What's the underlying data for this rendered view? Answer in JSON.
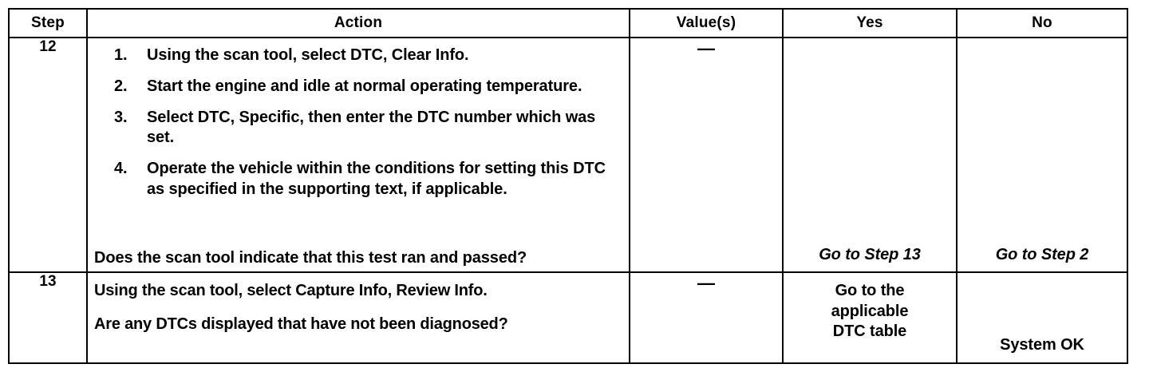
{
  "document": {
    "kind": "diagnostic-procedure-table",
    "background_color": "#ffffff",
    "text_color": "#000000",
    "border_color": "#000000"
  },
  "table": {
    "columns": [
      {
        "key": "step",
        "label": "Step"
      },
      {
        "key": "action",
        "label": "Action"
      },
      {
        "key": "value",
        "label": "Value(s)"
      },
      {
        "key": "yes",
        "label": "Yes"
      },
      {
        "key": "no",
        "label": "No"
      }
    ],
    "rows": [
      {
        "step": "12",
        "action": {
          "numbered_items": [
            {
              "marker": "1.",
              "text": "Using the scan tool, select DTC, Clear Info."
            },
            {
              "marker": "2.",
              "text": "Start the engine and idle at normal operating temperature."
            },
            {
              "marker": "3.",
              "text": "Select DTC, Specific, then enter the DTC number which was set."
            },
            {
              "marker": "4.",
              "text": "Operate the vehicle within the conditions for setting this DTC as specified in the supporting text, if applicable."
            }
          ],
          "question": "Does the scan tool indicate that this test ran and passed?"
        },
        "value": "—",
        "yes": {
          "text": "Go to Step 13",
          "style": "italic",
          "align": "bottom"
        },
        "no": {
          "text": "Go to Step 2",
          "style": "italic",
          "align": "bottom"
        }
      },
      {
        "step": "13",
        "action": {
          "lines": [
            "Using the scan tool, select Capture Info, Review Info.",
            "Are any DTCs displayed that have not been diagnosed?"
          ]
        },
        "value": "—",
        "yes": {
          "line1": "Go to the",
          "line2": "applicable",
          "line3": "DTC table",
          "style": "normal",
          "align": "top"
        },
        "no": {
          "text": "System OK",
          "style": "normal",
          "align": "bottom"
        }
      }
    ]
  }
}
